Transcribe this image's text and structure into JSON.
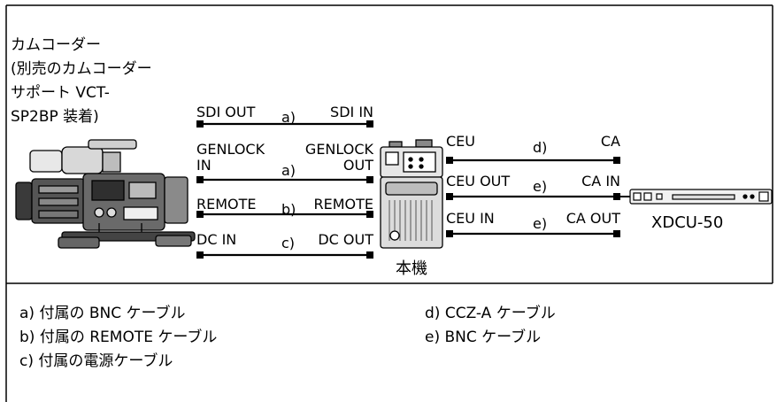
{
  "camcorder": {
    "lines": [
      "カムコーダー",
      "(別売のカムコーダー",
      "サポート VCT-",
      "SP2BP 装着)"
    ]
  },
  "left_cables": [
    {
      "left": "SDI OUT",
      "tag": "a)",
      "right": "SDI IN"
    },
    {
      "left": "GENLOCK\nIN",
      "tag": "a)",
      "right": "GENLOCK\nOUT"
    },
    {
      "left": "REMOTE",
      "tag": "b)",
      "right": "REMOTE"
    },
    {
      "left": "DC IN",
      "tag": "c)",
      "right": "DC OUT"
    }
  ],
  "right_cables": [
    {
      "left": "CEU",
      "tag": "d)",
      "right": "CA"
    },
    {
      "left": "CEU OUT",
      "tag": "e)",
      "right": "CA IN"
    },
    {
      "left": "CEU IN",
      "tag": "e)",
      "right": "CA OUT"
    }
  ],
  "unit_label": "本機",
  "device_label": "XDCU-50",
  "notes_left": [
    "a) 付属の BNC ケーブル",
    "b) 付属の REMOTE ケーブル",
    "c) 付属の電源ケーブル"
  ],
  "notes_right": [
    "d) CCZ-A ケーブル",
    "e) BNC ケーブル"
  ]
}
